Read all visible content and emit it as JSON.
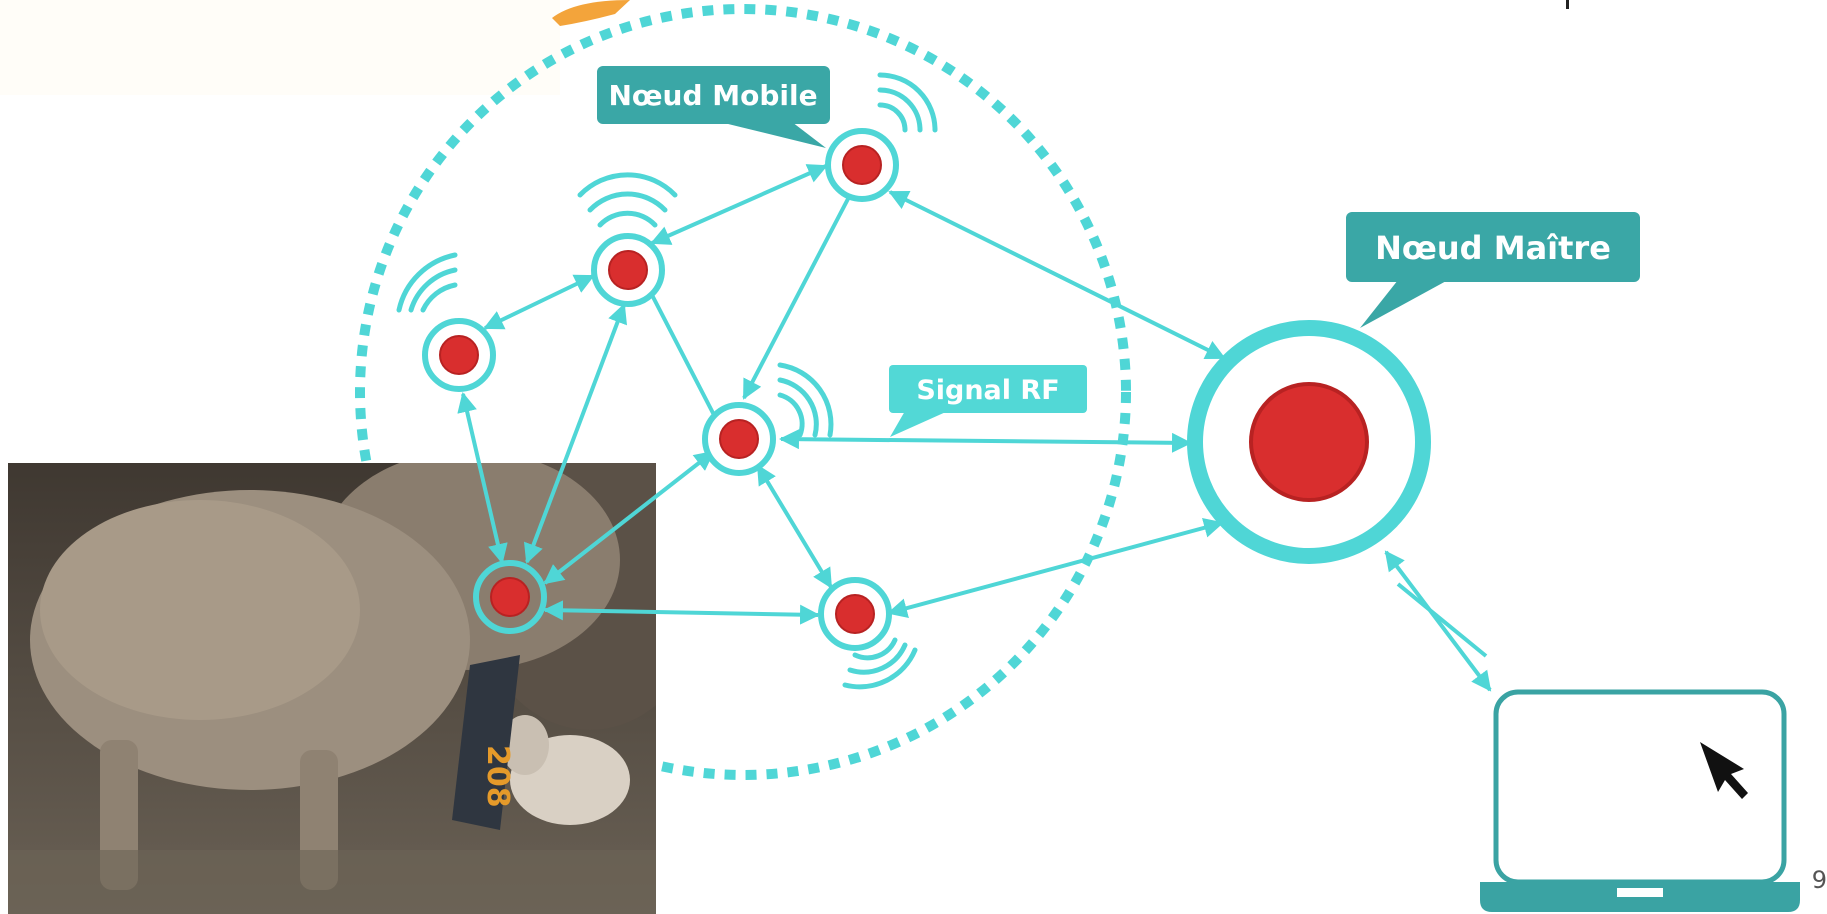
{
  "labels": {
    "mobile_node": "Nœud Mobile",
    "master_node": "Nœud Maître",
    "rf_signal": "Signal RF"
  },
  "page_number": "9",
  "collar_number": "208",
  "colors": {
    "teal": "#4fd6d6",
    "callout_dark": "#3aa7a6",
    "callout_light": "#52d8d6",
    "node_red": "#d92e2e",
    "laptop_outline": "#3aa3a3",
    "orange_logo": "#f3a43b"
  },
  "icons": {
    "node": "radio-node-icon",
    "wifi": "wifi-waves-icon",
    "laptop": "laptop-icon",
    "cursor": "mouse-pointer-icon"
  }
}
